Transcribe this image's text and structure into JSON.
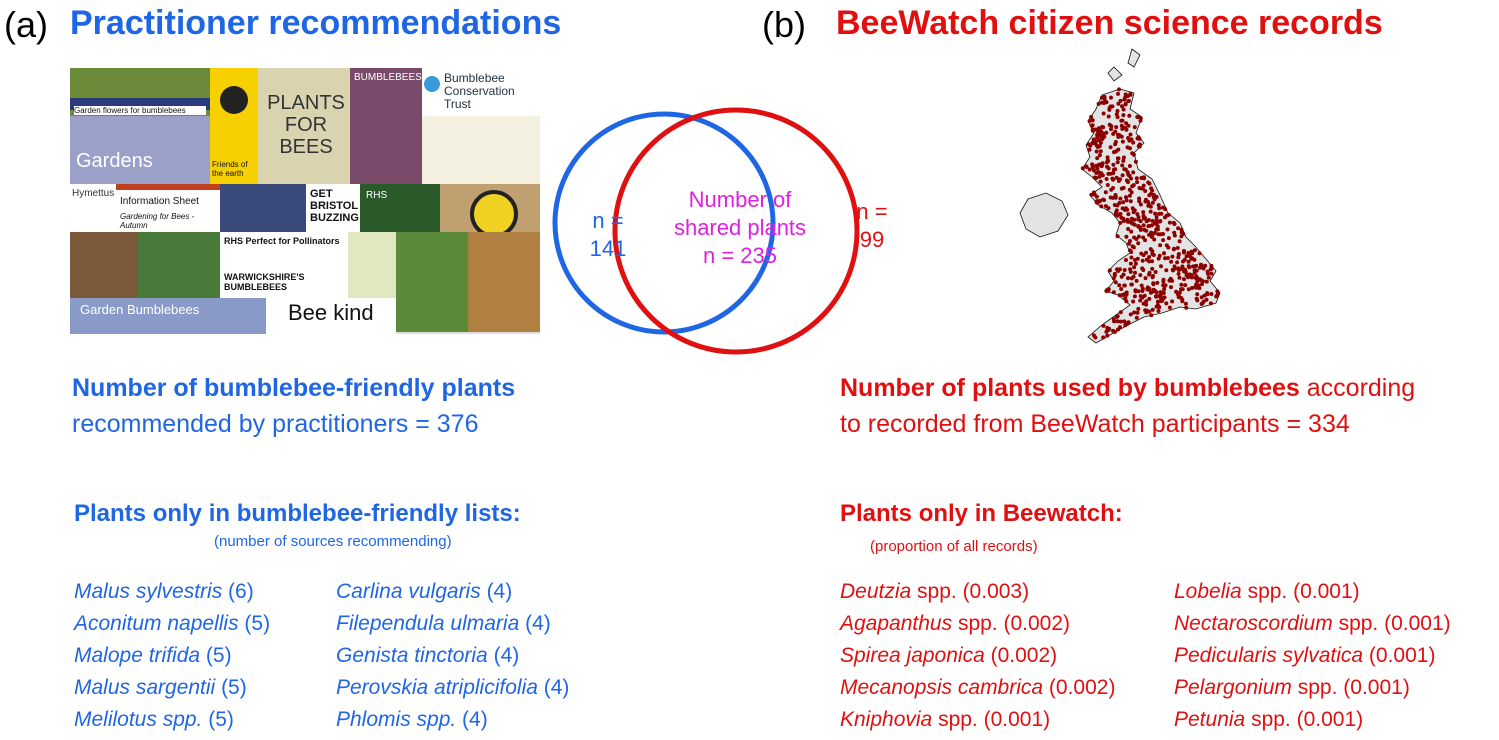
{
  "panel_a": {
    "letter": "(a)",
    "title": "Practitioner recommendations",
    "summary_head": "Number of bumblebee-friendly plants",
    "summary_line": "recommended by practitioners = 376",
    "list_head": "Plants only in bumblebee-friendly lists:",
    "list_note": "(number of sources recommending)",
    "col1": [
      {
        "name": "Malus sylvestris",
        "val": " (6)"
      },
      {
        "name": "Aconitum napellis",
        "val": " (5)"
      },
      {
        "name": "Malope trifida",
        "val": " (5)"
      },
      {
        "name": "Malus sargentii",
        "val": " (5)"
      },
      {
        "name": "Melilotus spp.",
        "val": " (5)"
      }
    ],
    "col2": [
      {
        "name": "Carlina vulgaris",
        "val": " (4)"
      },
      {
        "name": "Filependula ulmaria",
        "val": " (4)"
      },
      {
        "name": "Genista tinctoria",
        "val": " (4)"
      },
      {
        "name": "Perovskia atriplicifolia",
        "val": " (4)"
      },
      {
        "name": "Phlomis spp.",
        "val": " (4)"
      }
    ]
  },
  "collage": {
    "t1": "Garden flowers for bumblebees",
    "t2": "Gardens",
    "t3": "PLANTS FOR BEES",
    "t4": "BUMBLEBEES",
    "t5": "Bumblebee Conservation Trust",
    "t6": "Hymettus",
    "t7": "Information Sheet",
    "t8": "Gardening for Bees - Autumn",
    "t9": "GET BRISTOL BUZZING",
    "t10": "RHS Perfect for Pollinators",
    "t11": "WARWICKSHIRE'S BUMBLEBEES",
    "t12": "Garden Bumblebees",
    "t13": "Bee kind",
    "t14": "RHS",
    "t15": "Friends of the earth"
  },
  "venn": {
    "left_n": "n =",
    "left_val": "141",
    "center_1": "Number of",
    "center_2": "shared plants",
    "center_3": "n = 235",
    "right_n": "n =",
    "right_val": "99",
    "colors": {
      "left": "#1f66e5",
      "right": "#e01010",
      "center_text": "#e020e0"
    }
  },
  "panel_b": {
    "letter": "(b)",
    "title": "BeeWatch citizen science records",
    "summary_head": "Number of plants used by bumblebees",
    "summary_tail": " according",
    "summary_line": "to recorded from BeeWatch participants = 334",
    "list_head": "Plants only in Beewatch:",
    "list_note": "(proportion of all records)",
    "col1": [
      {
        "name": "Deutzia",
        "val": " spp. (0.003)"
      },
      {
        "name": "Agapanthus",
        "val": " spp. (0.002)"
      },
      {
        "name": "Spirea japonica",
        "val": " (0.002)"
      },
      {
        "name": "Mecanopsis cambrica",
        "val": " (0.002)"
      },
      {
        "name": "Kniphovia",
        "val": " spp. (0.001)"
      }
    ],
    "col2": [
      {
        "name": "Lobelia",
        "val": " spp. (0.001)"
      },
      {
        "name": "Nectaroscordium",
        "val": " spp. (0.001)"
      },
      {
        "name": "Pedicularis sylvatica",
        "val": " (0.001)"
      },
      {
        "name": "Pelargonium",
        "val": " spp. (0.001)"
      },
      {
        "name": "Petunia",
        "val": " spp. (0.001)"
      }
    ]
  },
  "colors": {
    "blue": "#1f66e5",
    "red": "#e01010",
    "map_fill": "#e3e3e3",
    "map_dots": "#8b0000"
  }
}
